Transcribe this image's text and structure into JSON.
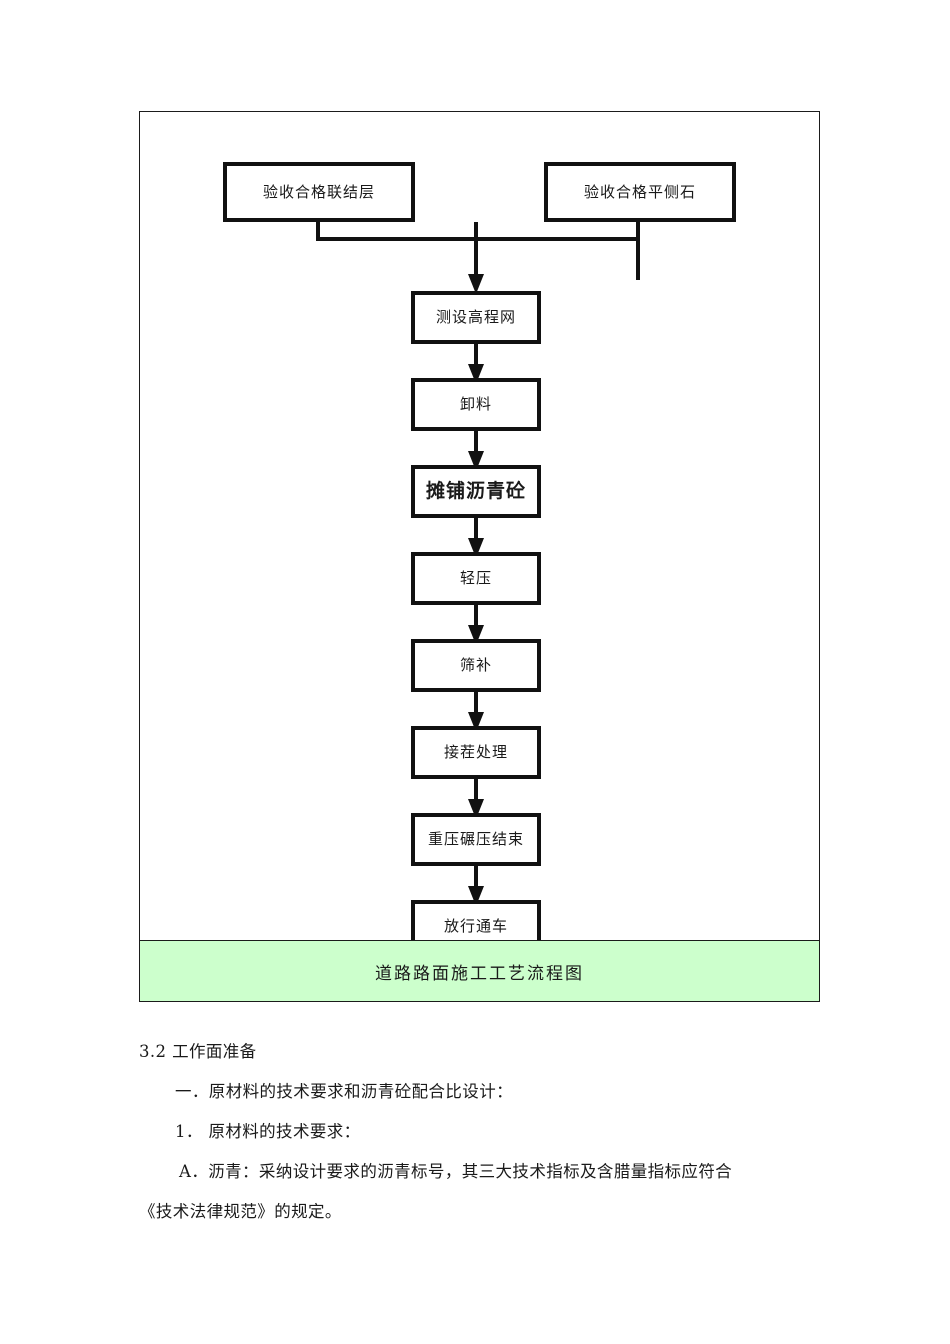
{
  "figure": {
    "caption": "道路路面施工工艺流程图",
    "caption_bg": "#ccffcc",
    "border_color": "#1b1b1b",
    "nodes": [
      {
        "id": "inspect-bond-layer",
        "label": "验收合格联结层"
      },
      {
        "id": "inspect-curb-stone",
        "label": "验收合格平侧石"
      },
      {
        "id": "survey-elevation-net",
        "label": "测设高程网"
      },
      {
        "id": "unload-material",
        "label": "卸料"
      },
      {
        "id": "pave-asphalt-concrete",
        "label": "摊铺沥青砼"
      },
      {
        "id": "light-compaction",
        "label": "轻压"
      },
      {
        "id": "screen-patch",
        "label": "筛补"
      },
      {
        "id": "joint-treatment",
        "label": "接茬处理"
      },
      {
        "id": "heavy-rolling-finish",
        "label": "重压碾压结束"
      },
      {
        "id": "open-to-traffic",
        "label": "放行通车"
      }
    ]
  },
  "body": {
    "paragraphs": [
      {
        "id": "section-heading",
        "level": 0,
        "text": "3.2 工作面准备"
      },
      {
        "id": "item-one",
        "level": 1,
        "text": "一．原材料的技术要求和沥青砼配合比设计："
      },
      {
        "id": "item-one-one",
        "level": 2,
        "text": "1． 原材料的技术要求："
      },
      {
        "id": "item-a-line1",
        "level": 3,
        "text": "A．沥青：采纳设计要求的沥青标号，其三大技术指标及含腊量指标应符合"
      },
      {
        "id": "item-a-line2",
        "level": 0,
        "text": "《技术法律规范》的规定。"
      }
    ]
  }
}
